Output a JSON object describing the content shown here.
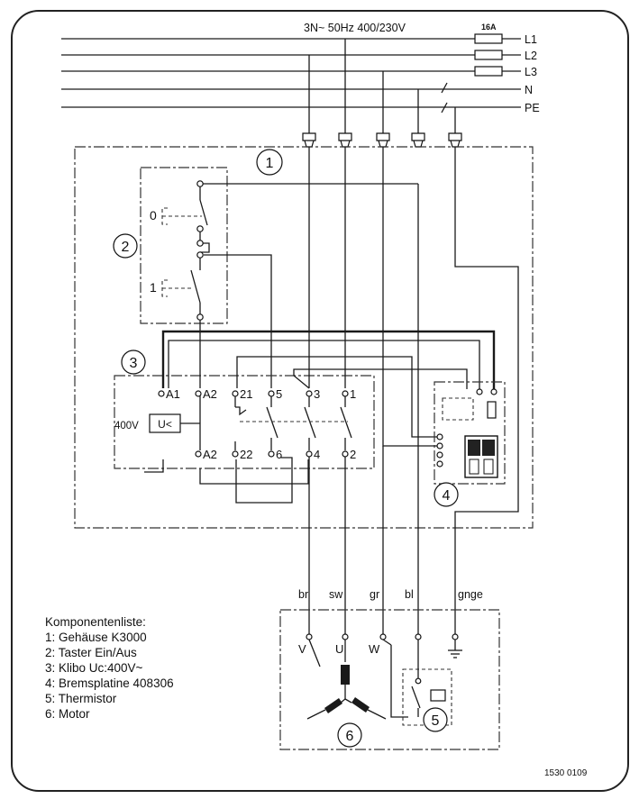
{
  "supply": {
    "spec": "3N~ 50Hz 400/230V",
    "fuse": "16A",
    "lines": [
      "L1",
      "L2",
      "L3",
      "N",
      "PE"
    ]
  },
  "callouts": [
    "1",
    "2",
    "3",
    "4",
    "5",
    "6"
  ],
  "switch": {
    "off": "0",
    "on": "1"
  },
  "contactor": {
    "top_terminals": [
      "A1",
      "A2",
      "21",
      "5",
      "3",
      "1"
    ],
    "bottom_terminals": [
      "A2",
      "22",
      "6",
      "4",
      "2"
    ],
    "coil_voltage": "400V",
    "coil_symbol": "U<"
  },
  "wire_colors": [
    "br",
    "sw",
    "gr",
    "bl",
    "gnge"
  ],
  "motor_terminals": [
    "V",
    "U",
    "W"
  ],
  "legend": {
    "title": "Komponentenliste:",
    "items": [
      "1: Gehäuse K3000",
      "2: Taster Ein/Aus",
      "3: Klibo Uc:400V~",
      "4: Bremsplatine 408306",
      "5: Thermistor",
      "6: Motor"
    ]
  },
  "drawing_number": "1530 0109"
}
